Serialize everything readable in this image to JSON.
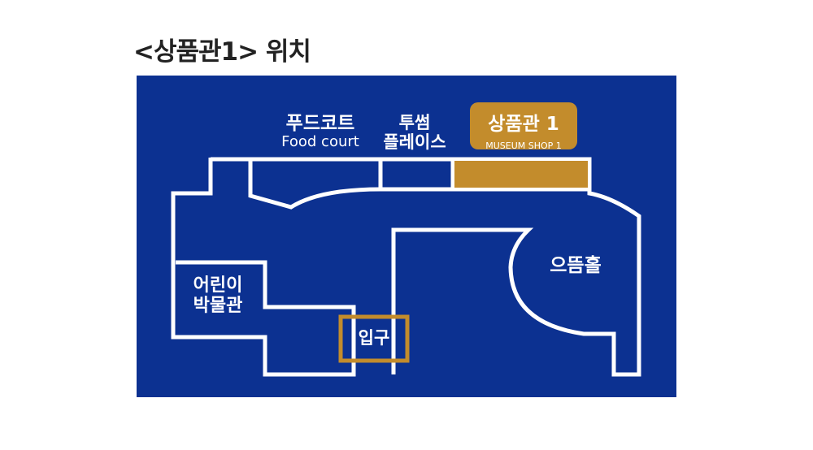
{
  "title": "<상품관1> 위치",
  "map": {
    "background": "#0c3191",
    "wall_color": "#ffffff",
    "highlight_color": "#c38c2c",
    "areas": {
      "food_court": {
        "name_kr": "푸드코트",
        "name_en": "Food court"
      },
      "twosome": {
        "name_kr_line1": "투썸",
        "name_kr_line2": "플레이스"
      },
      "museum_shop": {
        "name_kr": "상품관 1",
        "name_en": "MUSEUM SHOP 1"
      },
      "hall": {
        "name_kr": "으뜸홀"
      },
      "children_museum": {
        "name_kr_line1": "어린이",
        "name_kr_line2": "박물관"
      },
      "entrance": {
        "name_kr": "입구"
      }
    }
  }
}
